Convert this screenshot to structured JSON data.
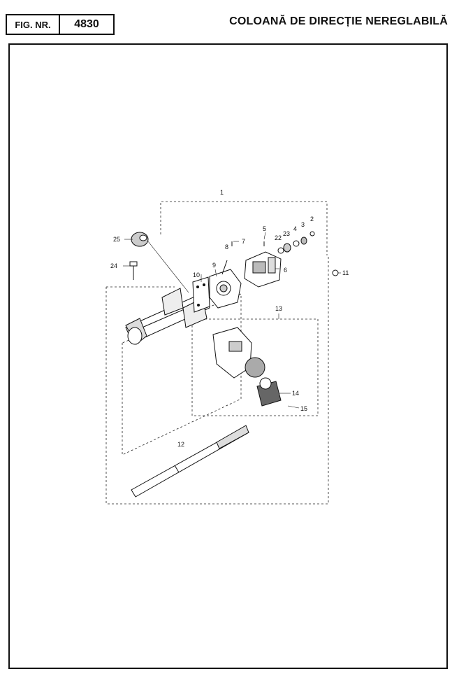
{
  "header": {
    "fig_label": "FIG. NR.",
    "fig_number": "4830",
    "title": "COLOANĂ DE DIRECȚIE NEREGLABILĂ"
  },
  "callouts": [
    "1",
    "2",
    "3",
    "4",
    "5",
    "6",
    "7",
    "8",
    "9",
    "10",
    "11",
    "12",
    "13",
    "14",
    "15",
    "22",
    "23",
    "24",
    "25"
  ]
}
